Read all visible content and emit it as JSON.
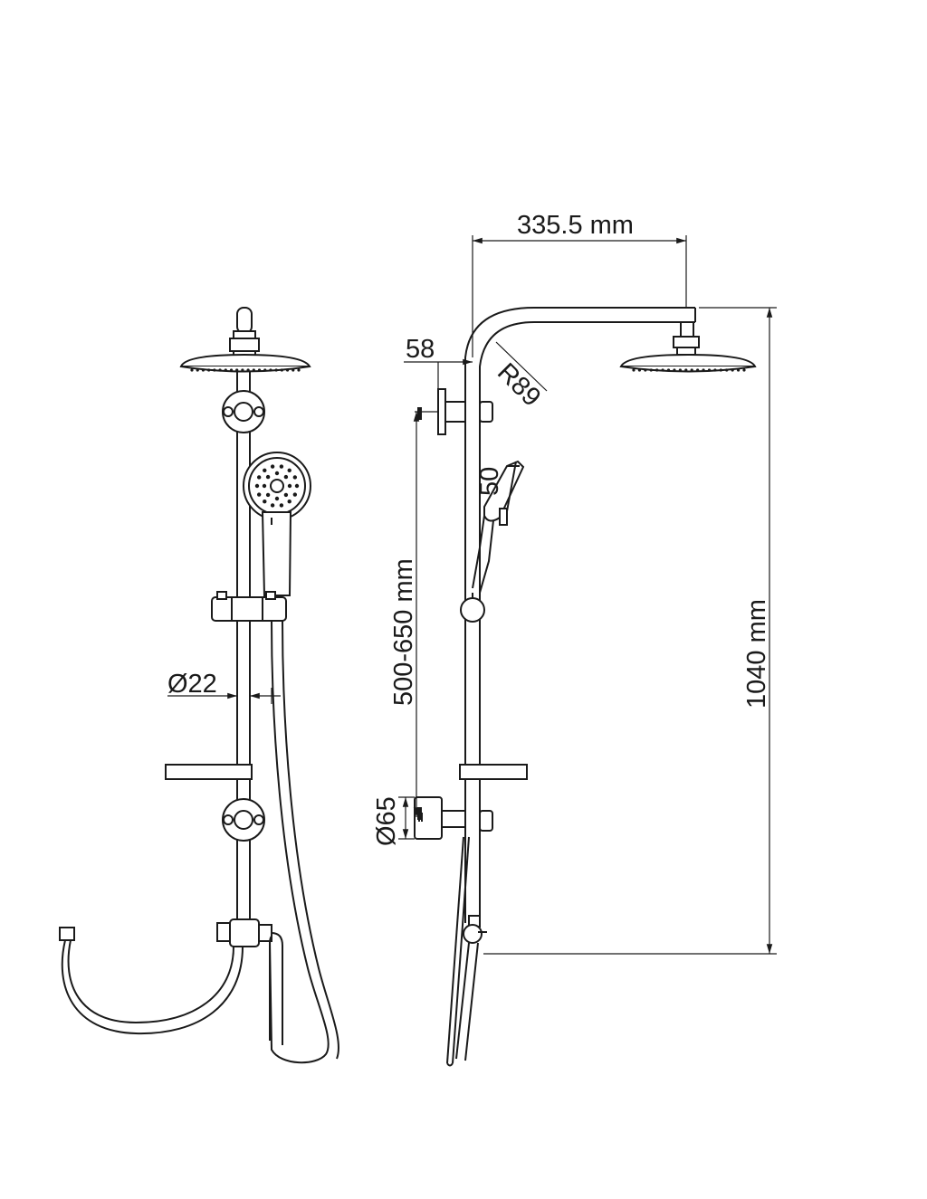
{
  "dimensions": {
    "top_width": "335.5 mm",
    "wall_offset": "58",
    "bend_radius": "R89",
    "handshower_width": "50",
    "adjust_range": "500-650 mm",
    "bracket_diameter": "Ø65",
    "total_height": "1040 mm",
    "pipe_diameter": "Ø22"
  },
  "colors": {
    "line": "#1a1a1a",
    "background": "#ffffff"
  }
}
